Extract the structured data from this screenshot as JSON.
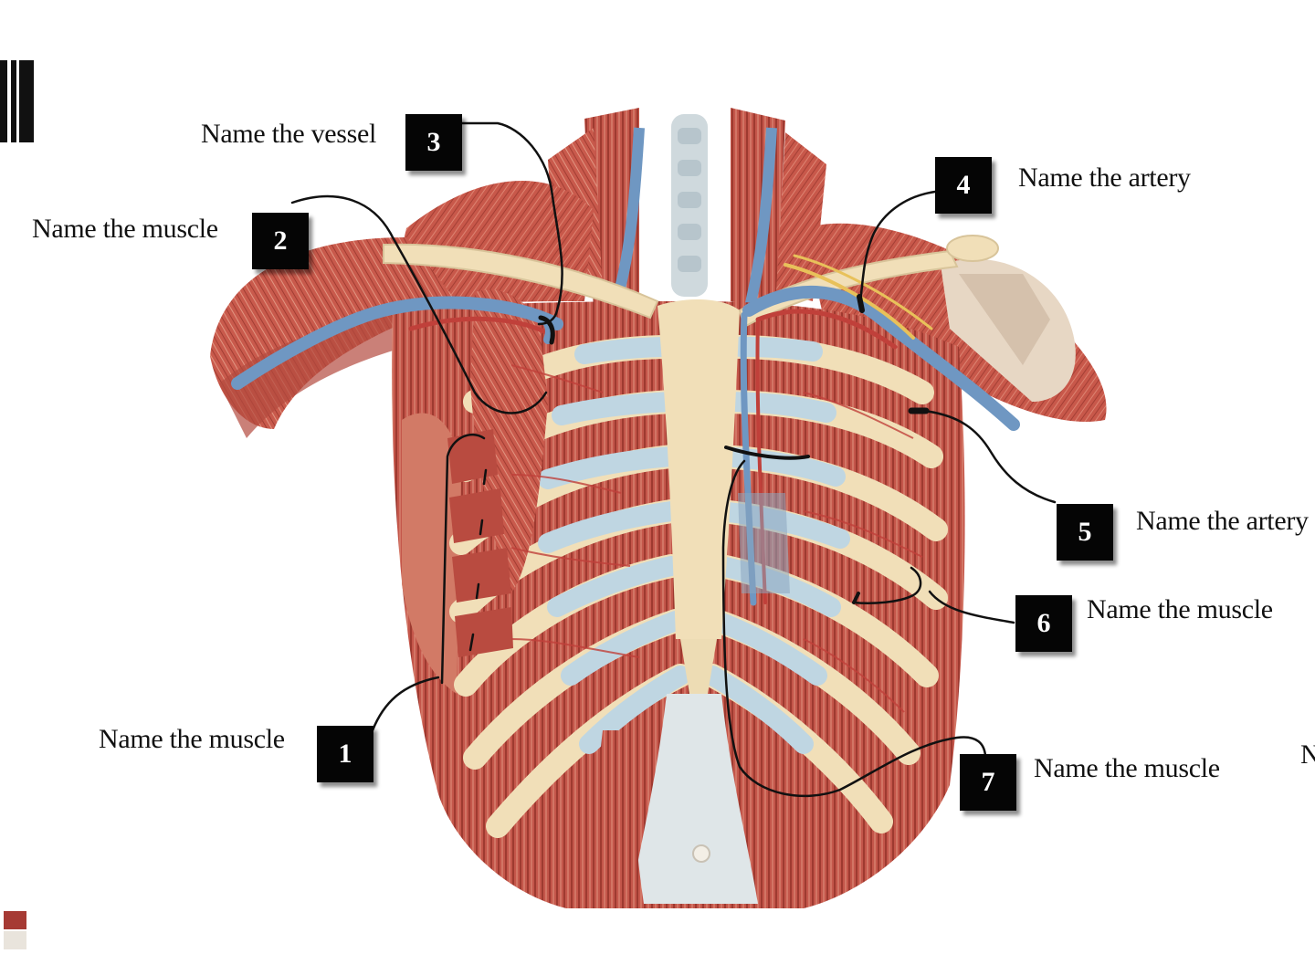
{
  "slide": {
    "callouts": [
      {
        "number": "1",
        "prompt": "Name the muscle"
      },
      {
        "number": "2",
        "prompt": "Name the muscle"
      },
      {
        "number": "3",
        "prompt": "Name the vessel"
      },
      {
        "number": "4",
        "prompt": "Name the artery"
      },
      {
        "number": "5",
        "prompt": "Name the artery"
      },
      {
        "number": "6",
        "prompt": "Name the muscle"
      },
      {
        "number": "7",
        "prompt": "Name the muscle"
      }
    ],
    "cut_off_letter": "N",
    "colors": {
      "muscle": "#c8584a",
      "muscle_dark": "#9e3a30",
      "muscle_light": "#e39a86",
      "bone": "#f1dfb8",
      "cartilage": "#bfd6e2",
      "vessel": "#6f97c2",
      "nerve": "#e8c15a",
      "line": "#111111",
      "swatch_top": "#a63a34",
      "swatch_bottom": "#e9e4dc"
    }
  }
}
